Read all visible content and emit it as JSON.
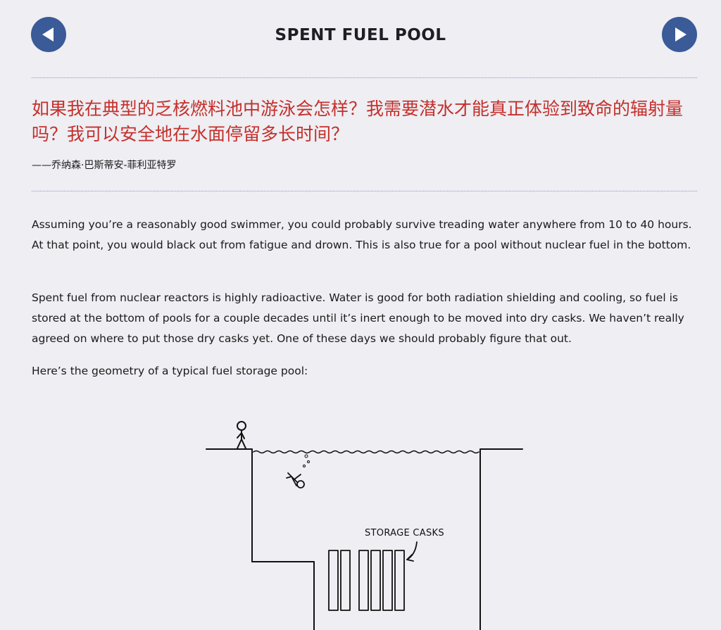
{
  "header": {
    "title": "SPENT FUEL POOL",
    "prev_icon": "triangle-left-icon",
    "next_icon": "triangle-right-icon"
  },
  "question": {
    "text": "如果我在典型的乏核燃料池中游泳会怎样？我需要潜水才能真正体验到致命的辐射量吗？我可以安全地在水面停留多长时间？",
    "asker": "——乔纳森·巴斯蒂安-菲利亚特罗"
  },
  "article": {
    "paragraphs": [
      "Assuming you’re a reasonably good swimmer, you could probably survive treading water anywhere from 10 to 40 hours. At that point, you would black out from fatigue and drown. This is also true for a pool without nuclear fuel in the bottom.",
      "Spent fuel from nuclear reactors is highly radioactive. Water is good for both radiation shielding and cooling, so fuel is stored at the bottom of pools for a couple decades until it’s inert enough to be moved into dry casks. We haven’t really agreed on where to put those dry casks yet. One of these days we should probably figure that out.",
      "Here’s the geometry of a typical fuel storage pool:"
    ]
  },
  "comic": {
    "label": "STORAGE CASKS"
  },
  "colors": {
    "background": "#eeeef3",
    "nav_button": "#3a5a98",
    "question": "#c4302b",
    "rule": "#8f95c2"
  }
}
